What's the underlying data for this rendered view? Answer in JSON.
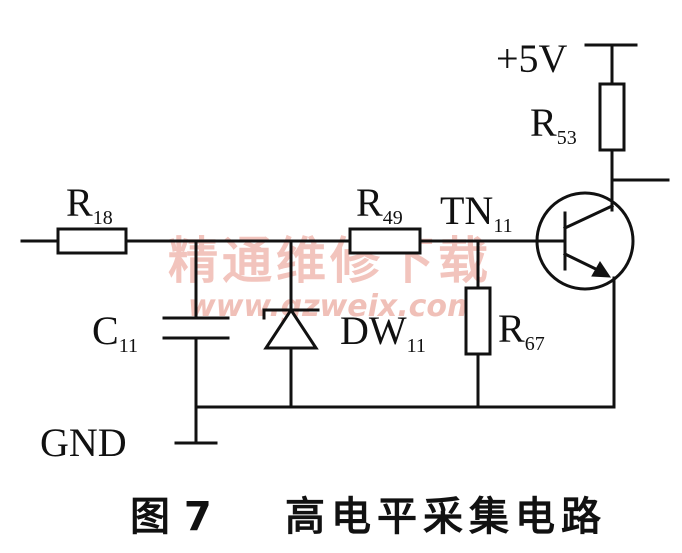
{
  "labels": {
    "vcc": "+5V",
    "r53": {
      "main": "R",
      "sub": "53"
    },
    "r18": {
      "main": "R",
      "sub": "18"
    },
    "r49": {
      "main": "R",
      "sub": "49"
    },
    "tn11": {
      "main": "TN",
      "sub": "11"
    },
    "c11": {
      "main": "C",
      "sub": "11"
    },
    "dw11": {
      "main": "DW",
      "sub": "11"
    },
    "r67": {
      "main": "R",
      "sub": "67"
    },
    "gnd": "GND"
  },
  "watermark": {
    "text": "精通维修下载",
    "url": "www.gzweix.com"
  },
  "caption": {
    "figure": "图 7",
    "title": "高电平采集电路"
  }
}
